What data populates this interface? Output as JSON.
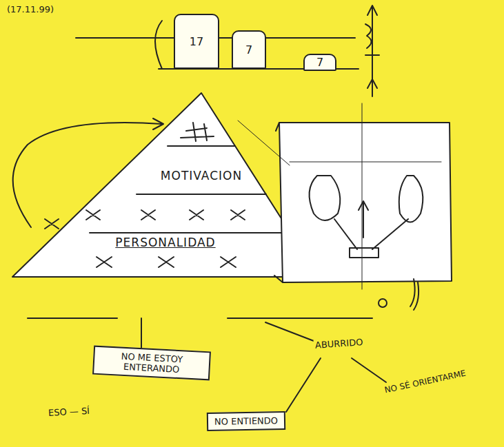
{
  "diagram": {
    "nodes": [
      {
        "text": [
          "17"
        ]
      },
      {
        "text": [
          "7"
        ]
      },
      {
        "text": [
          "7"
        ]
      },
      {
        "text": [
          "MOTIVACION"
        ]
      },
      {
        "text": [
          "PERSONALIDAD"
        ]
      },
      {
        "text": [
          "NO ME ESTOY ENTERANDO"
        ]
      },
      {
        "text": [
          "NO ENTIENDO"
        ]
      }
    ],
    "labels": [
      "(17.11.99)",
      "ABURRIDO",
      "NO SÉ ORIENTARME",
      "ESO — SÍ"
    ]
  }
}
